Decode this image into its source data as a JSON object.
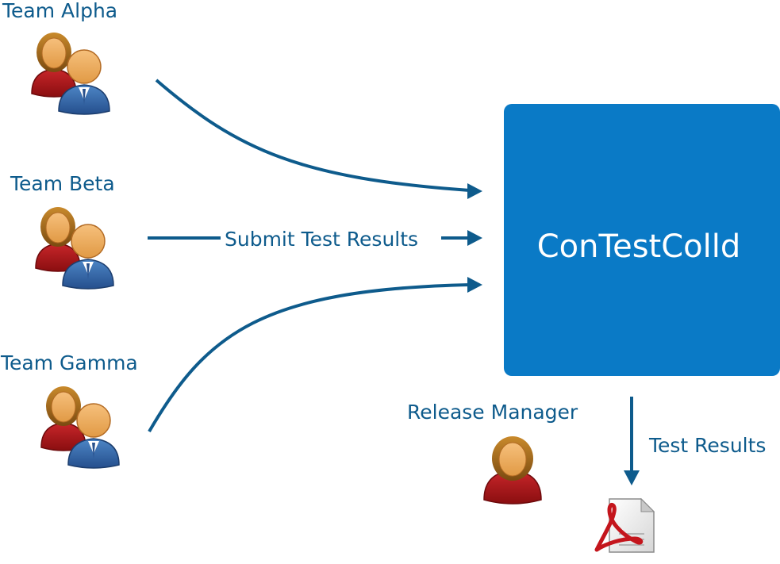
{
  "teams": [
    {
      "label": "Team Alpha"
    },
    {
      "label": "Team Beta"
    },
    {
      "label": "Team Gamma"
    }
  ],
  "submit_label": "Submit Test Results",
  "system": {
    "title": "ConTestColld"
  },
  "release_manager": {
    "label": "Release Manager"
  },
  "output_label": "Test Results",
  "colors": {
    "text": "#0e5b8c",
    "box": "#0a7ac6",
    "arrow": "#0e5b8c"
  }
}
